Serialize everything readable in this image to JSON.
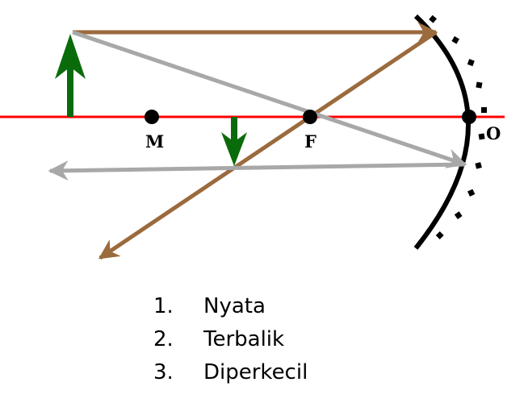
{
  "colors": {
    "axis": "#ff0000",
    "object": "#0a6b0a",
    "image": "#0a6b0a",
    "ray_brown": "#9b6a3d",
    "ray_gray": "#a8a8a8",
    "mirror": "#000000"
  },
  "labels": {
    "M": "M",
    "F": "F",
    "O": "O"
  },
  "properties": [
    {
      "num": "1.",
      "text": "Nyata"
    },
    {
      "num": "2.",
      "text": "Terbalik"
    },
    {
      "num": "3.",
      "text": "Diperkecil"
    }
  ]
}
